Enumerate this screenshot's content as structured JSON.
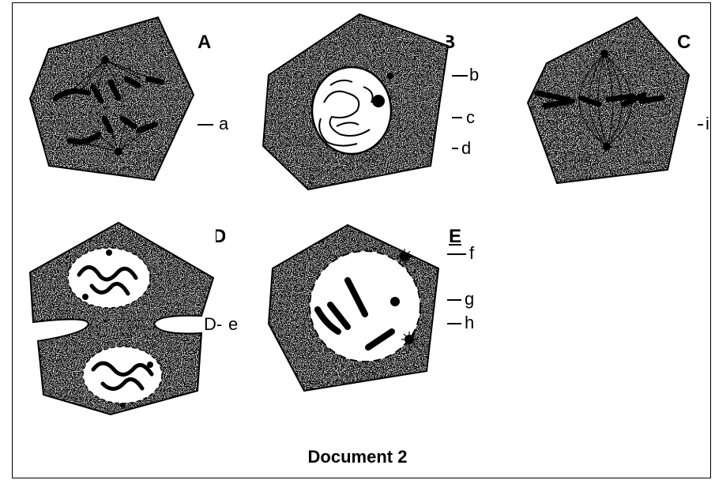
{
  "figure": {
    "caption": "Document 2",
    "panels": [
      {
        "letter": "A",
        "labels": [
          "a"
        ]
      },
      {
        "letter": "B",
        "labels": [
          "b",
          "c",
          "d"
        ]
      },
      {
        "letter": "C",
        "labels": [
          "i"
        ]
      },
      {
        "letter": "D",
        "labels": [
          "e"
        ],
        "extra": "D-"
      },
      {
        "letter": "E",
        "labels": [
          "f",
          "g",
          "h"
        ]
      }
    ]
  }
}
